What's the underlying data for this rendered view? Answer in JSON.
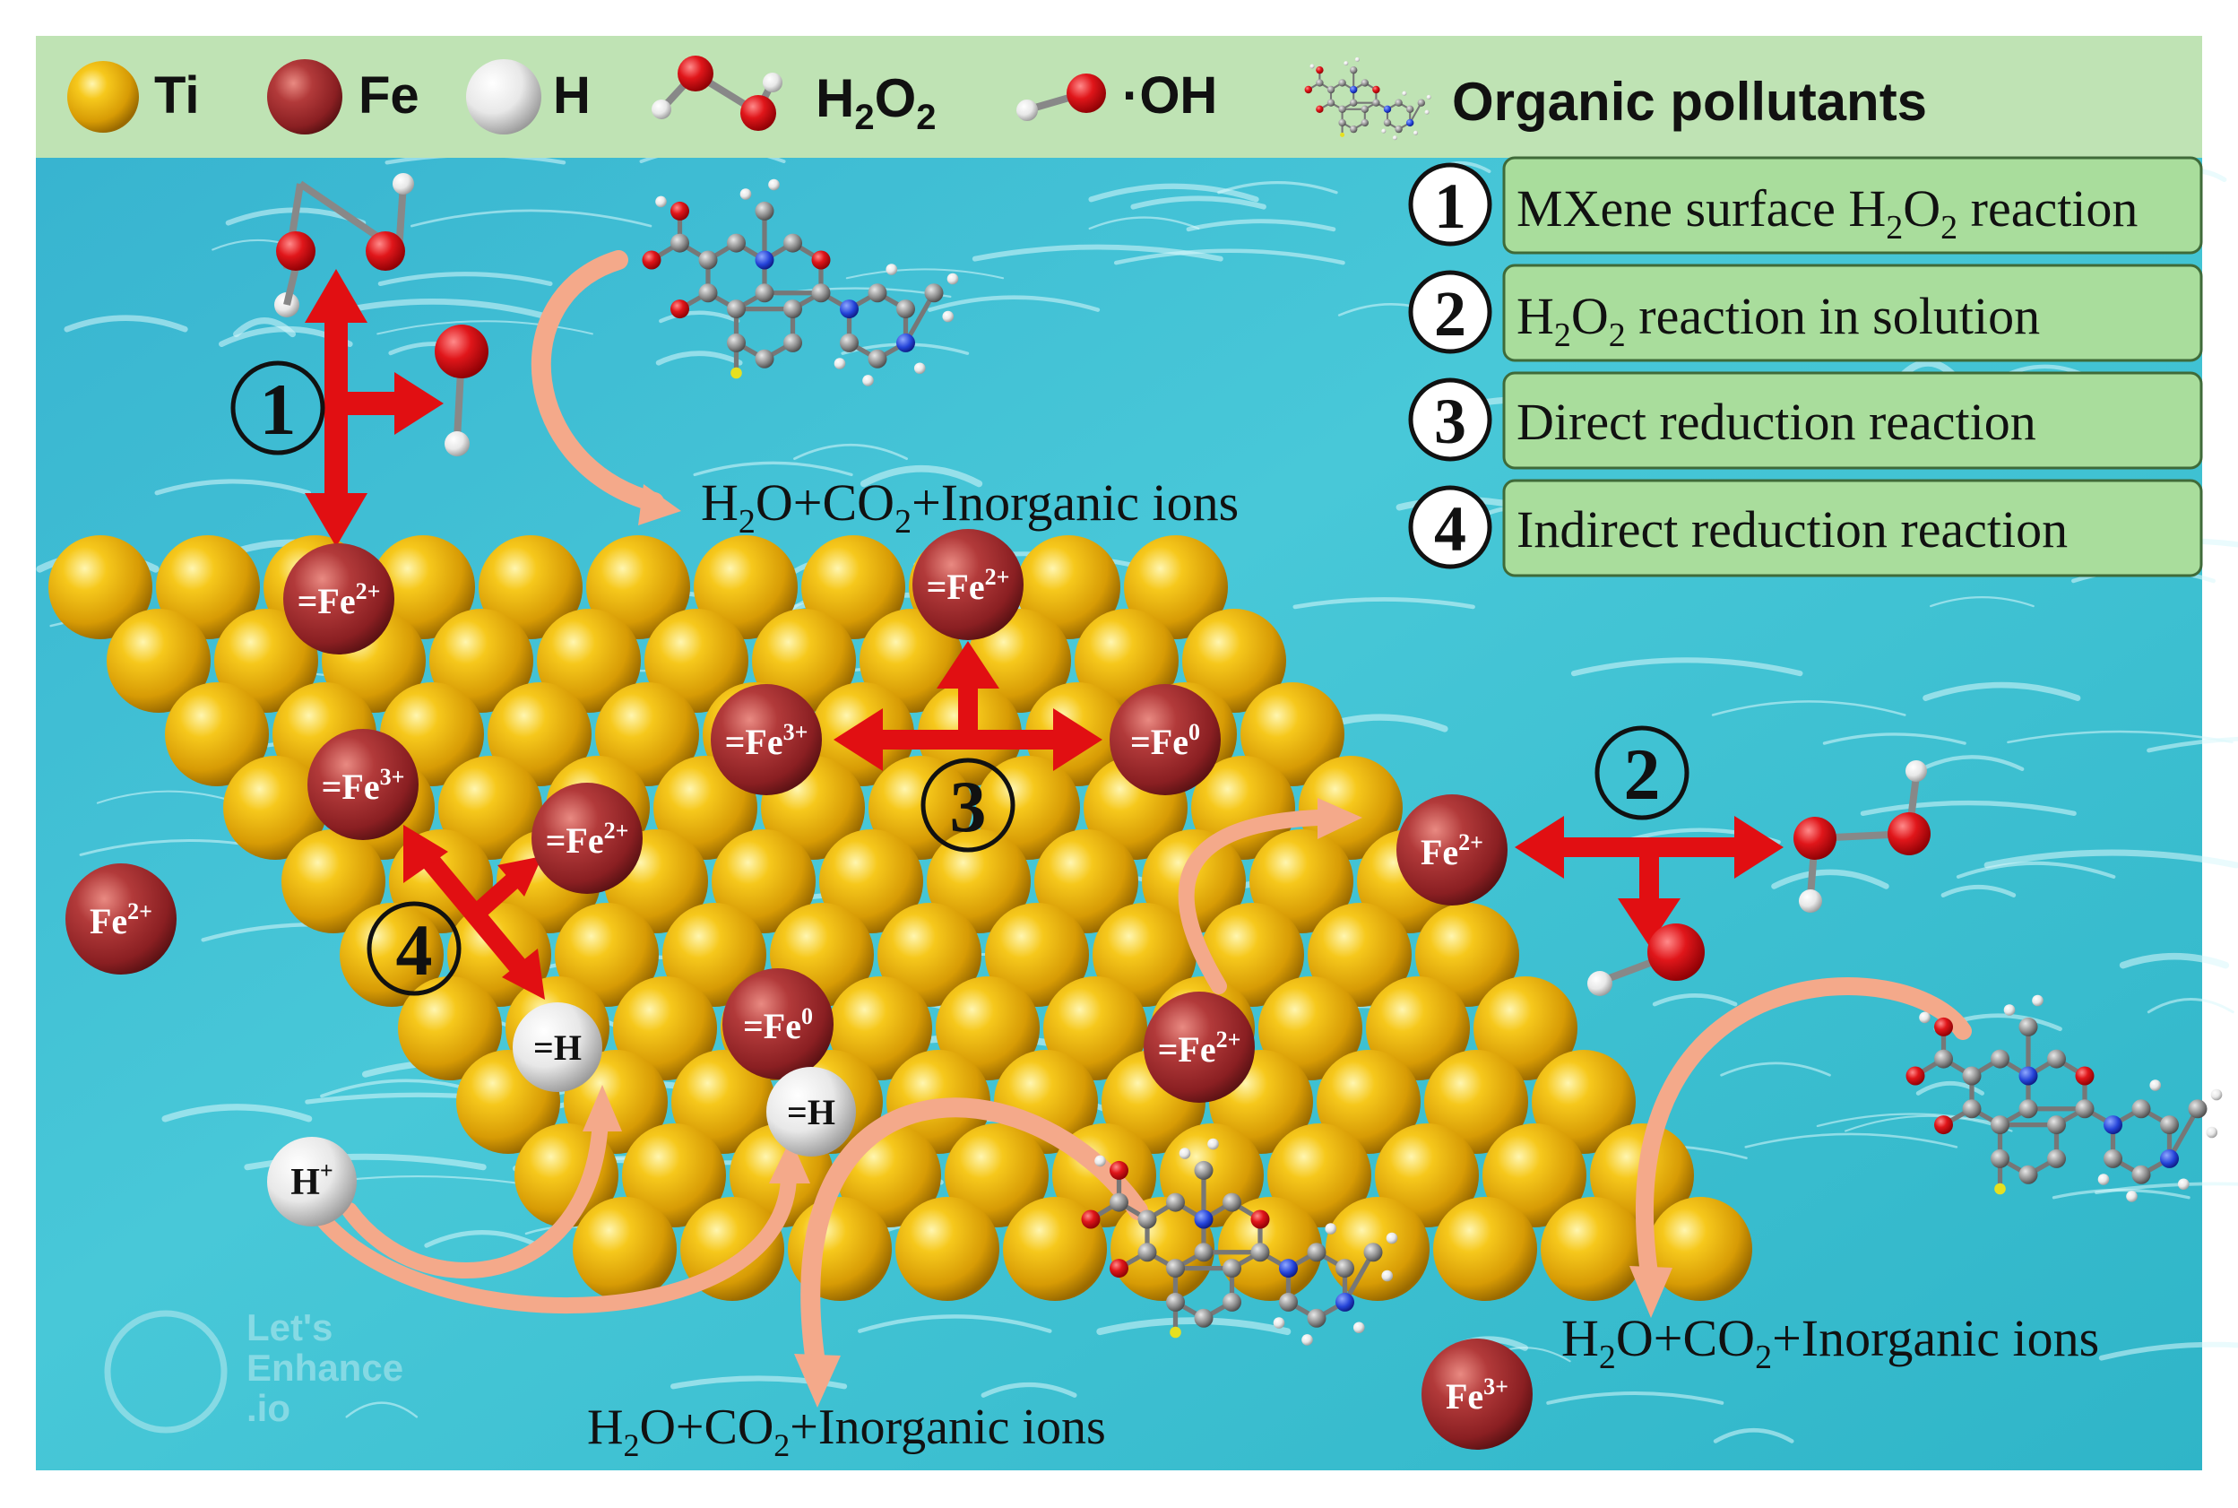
{
  "legend": {
    "ti": {
      "label": "Ti",
      "icon": "titanium-atom-icon"
    },
    "fe": {
      "label": "Fe",
      "icon": "iron-atom-icon"
    },
    "h": {
      "label": "H",
      "icon": "hydrogen-atom-icon"
    },
    "h2o2": {
      "main1": "H",
      "sub1": "2",
      "main2": "O",
      "sub2": "2",
      "icon": "hydrogen-peroxide-molecule-icon"
    },
    "oh": {
      "label": "·OH",
      "icon": "hydroxyl-radical-icon"
    },
    "pollutant": {
      "label": "Organic pollutants",
      "icon": "organic-pollutant-molecule-icon"
    }
  },
  "reactions": [
    {
      "num": "1",
      "pre": "MXene surface H",
      "sub1": "2",
      "mid": "O",
      "sub2": "2",
      "post": " reaction"
    },
    {
      "num": "2",
      "pre": "H",
      "sub1": "2",
      "mid": "O",
      "sub2": "2",
      "post": " reaction in solution"
    },
    {
      "num": "3",
      "pre": "Direct reduction reaction"
    },
    {
      "num": "4",
      "pre": "Indirect reduction reaction"
    }
  ],
  "product_label": {
    "a": "H",
    "b": "2",
    "c": "O+CO",
    "d": "2",
    "e": "+Inorganic ions"
  },
  "ions": {
    "fe2_surface": {
      "base": "=Fe",
      "sup": "2+"
    },
    "fe3_surface": {
      "base": "=Fe",
      "sup": "3+"
    },
    "fe0_surface": {
      "base": "=Fe",
      "sup": "0"
    },
    "fe2_free": {
      "base": "Fe",
      "sup": "2+"
    },
    "fe3_free": {
      "base": "Fe",
      "sup": "3+"
    },
    "h_surface": "=H",
    "h_plus": {
      "base": "H",
      "sup": "+"
    }
  },
  "watermark": {
    "line1": "Let's",
    "line2": "Enhance",
    "line3": ".io"
  },
  "colors": {
    "ti": "#e8b10c",
    "fe": "#a8282c",
    "arrow_red": "#e10f12",
    "arrow_salmon": "#f4a98a",
    "legend_bg": "#bfe3b4",
    "box_bg": "#a9dd9c",
    "water": "#3fc3d4"
  }
}
